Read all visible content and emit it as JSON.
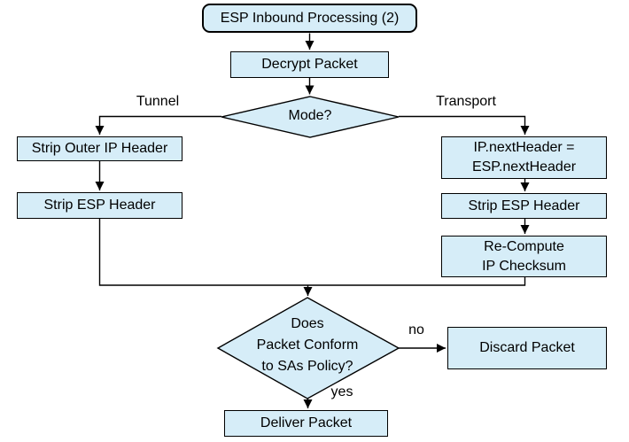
{
  "diagram": {
    "title": "ESP Inbound Processing (2)",
    "colors": {
      "node_fill": "#d6edf8",
      "node_border": "#000000",
      "line": "#000000",
      "background": "#ffffff"
    },
    "nodes": {
      "start": {
        "label": "ESP Inbound Processing (2)",
        "shape": "rounded-rect"
      },
      "decrypt": {
        "label": "Decrypt Packet",
        "shape": "rect"
      },
      "mode": {
        "label": "Mode?",
        "shape": "diamond"
      },
      "strip_outer_ip": {
        "label": "Strip Outer IP Header",
        "shape": "rect"
      },
      "strip_esp_tunnel": {
        "label": "Strip ESP Header",
        "shape": "rect"
      },
      "ip_next_header": {
        "label": "IP.nextHeader =\nESP.nextHeader",
        "shape": "rect"
      },
      "strip_esp_transport": {
        "label": "Strip ESP Header",
        "shape": "rect"
      },
      "recompute_checksum": {
        "label": "Re-Compute\nIP Checksum",
        "shape": "rect"
      },
      "policy_check": {
        "label": "Does\nPacket Conform\nto SAs Policy?",
        "shape": "diamond"
      },
      "discard": {
        "label": "Discard Packet",
        "shape": "rect"
      },
      "deliver": {
        "label": "Deliver Packet",
        "shape": "rect"
      }
    },
    "edge_labels": {
      "tunnel": "Tunnel",
      "transport": "Transport",
      "no": "no",
      "yes": "yes"
    },
    "edges": [
      "start -> decrypt",
      "decrypt -> mode",
      "mode -> strip_outer_ip [Tunnel]",
      "mode -> ip_next_header [Transport]",
      "strip_outer_ip -> strip_esp_tunnel",
      "ip_next_header -> strip_esp_transport",
      "strip_esp_transport -> recompute_checksum",
      "strip_esp_tunnel -> policy_check",
      "recompute_checksum -> policy_check",
      "policy_check -> discard [no]",
      "policy_check -> deliver [yes]"
    ]
  }
}
